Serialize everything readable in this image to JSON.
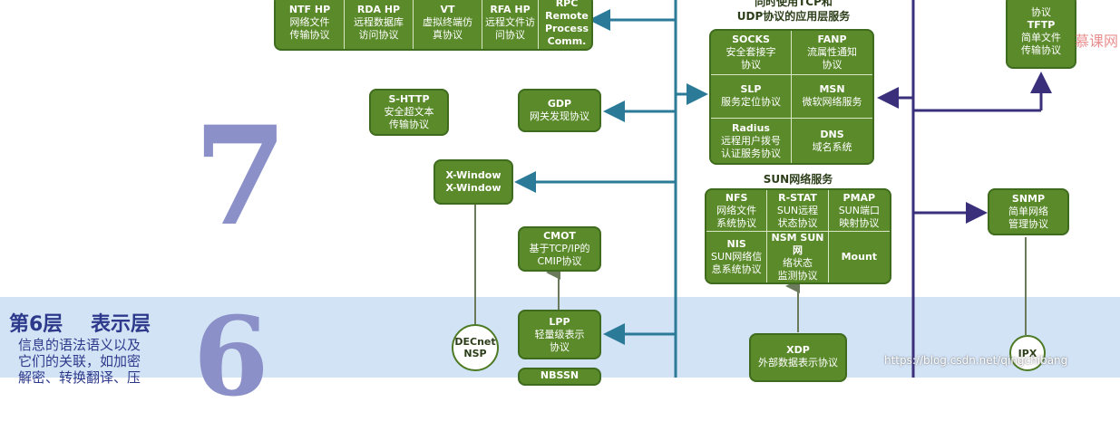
{
  "layer6": {
    "number": "6",
    "title": "第6层    表示层",
    "desc_lines": [
      "信息的语法语义以及",
      "它们的关联，如加密",
      "解密、转换翻译、压"
    ]
  },
  "layer7": {
    "number": "7"
  },
  "top_row": [
    {
      "t": "NTF HP",
      "s": "网络文件\n传输协议"
    },
    {
      "t": "RDA HP",
      "s": "远程数据库\n访问协议"
    },
    {
      "t": "VT",
      "s": "虚拟终端仿\n真协议"
    },
    {
      "t": "RFA HP",
      "s": "远程文件访\n问协议"
    },
    {
      "t": "RPC",
      "s": "Remote\nProcess\nComm."
    }
  ],
  "left_boxes": {
    "shttp": {
      "t": "S-HTTP",
      "s": "安全超文本\n传输协议"
    },
    "gdp": {
      "t": "GDP",
      "s": "网关发现协议"
    },
    "xwindow": {
      "t": "X-Window",
      "s": "X-Window"
    },
    "cmot": {
      "t": "CMOT",
      "s": "基于TCP/IP的\nCMIP协议"
    },
    "lpp": {
      "t": "LPP",
      "s": "轻量级表示\n协议"
    },
    "nbssn": {
      "t": "NBSSN"
    }
  },
  "decnet": {
    "l1": "DECnet",
    "l2": "NSP"
  },
  "tcp_udp": {
    "header": "同时使用TCP和\nUDP协议的应用层服务",
    "cells": [
      {
        "t": "SOCKS",
        "s": "安全套接字\n协议"
      },
      {
        "t": "FANP",
        "s": "流属性通知\n协议"
      },
      {
        "t": "SLP",
        "s": "服务定位协议"
      },
      {
        "t": "MSN",
        "s": "微软网络服务"
      },
      {
        "t": "Radius",
        "s": "远程用户拨号\n认证服务协议"
      },
      {
        "t": "DNS",
        "s": "域名系统"
      }
    ]
  },
  "sun": {
    "header": "SUN网络服务",
    "cells": [
      {
        "t": "NFS",
        "s": "网络文件\n系统协议"
      },
      {
        "t": "R-STAT",
        "s": "SUN远程\n状态协议"
      },
      {
        "t": "PMAP",
        "s": "SUN端口\n映射协议"
      },
      {
        "t": "NIS",
        "s": "SUN网络信\n息系统协议"
      },
      {
        "t": "NSM SUN网",
        "s": "络状态\n监测协议"
      },
      {
        "t": "Mount",
        "s": ""
      }
    ]
  },
  "xdp": {
    "t": "XDP",
    "s": "外部数据表示协议"
  },
  "right": {
    "tftp_top": "协议",
    "tftp": {
      "t": "TFTP",
      "s": "简单文件\n传输协议"
    },
    "snmp": {
      "t": "SNMP",
      "s": "简单网络\n管理协议"
    },
    "ipx": "IPX"
  },
  "watermarks": {
    "url": "https://blog.csdn.net/qingchibang",
    "brand": "慕课网"
  },
  "colors": {
    "box": "#5b8a2b",
    "arrow_teal": "#2a7a98",
    "arrow_purple": "#3a2f7a",
    "band6": "#d3e3f6",
    "layer_num": "#8b90c8"
  }
}
